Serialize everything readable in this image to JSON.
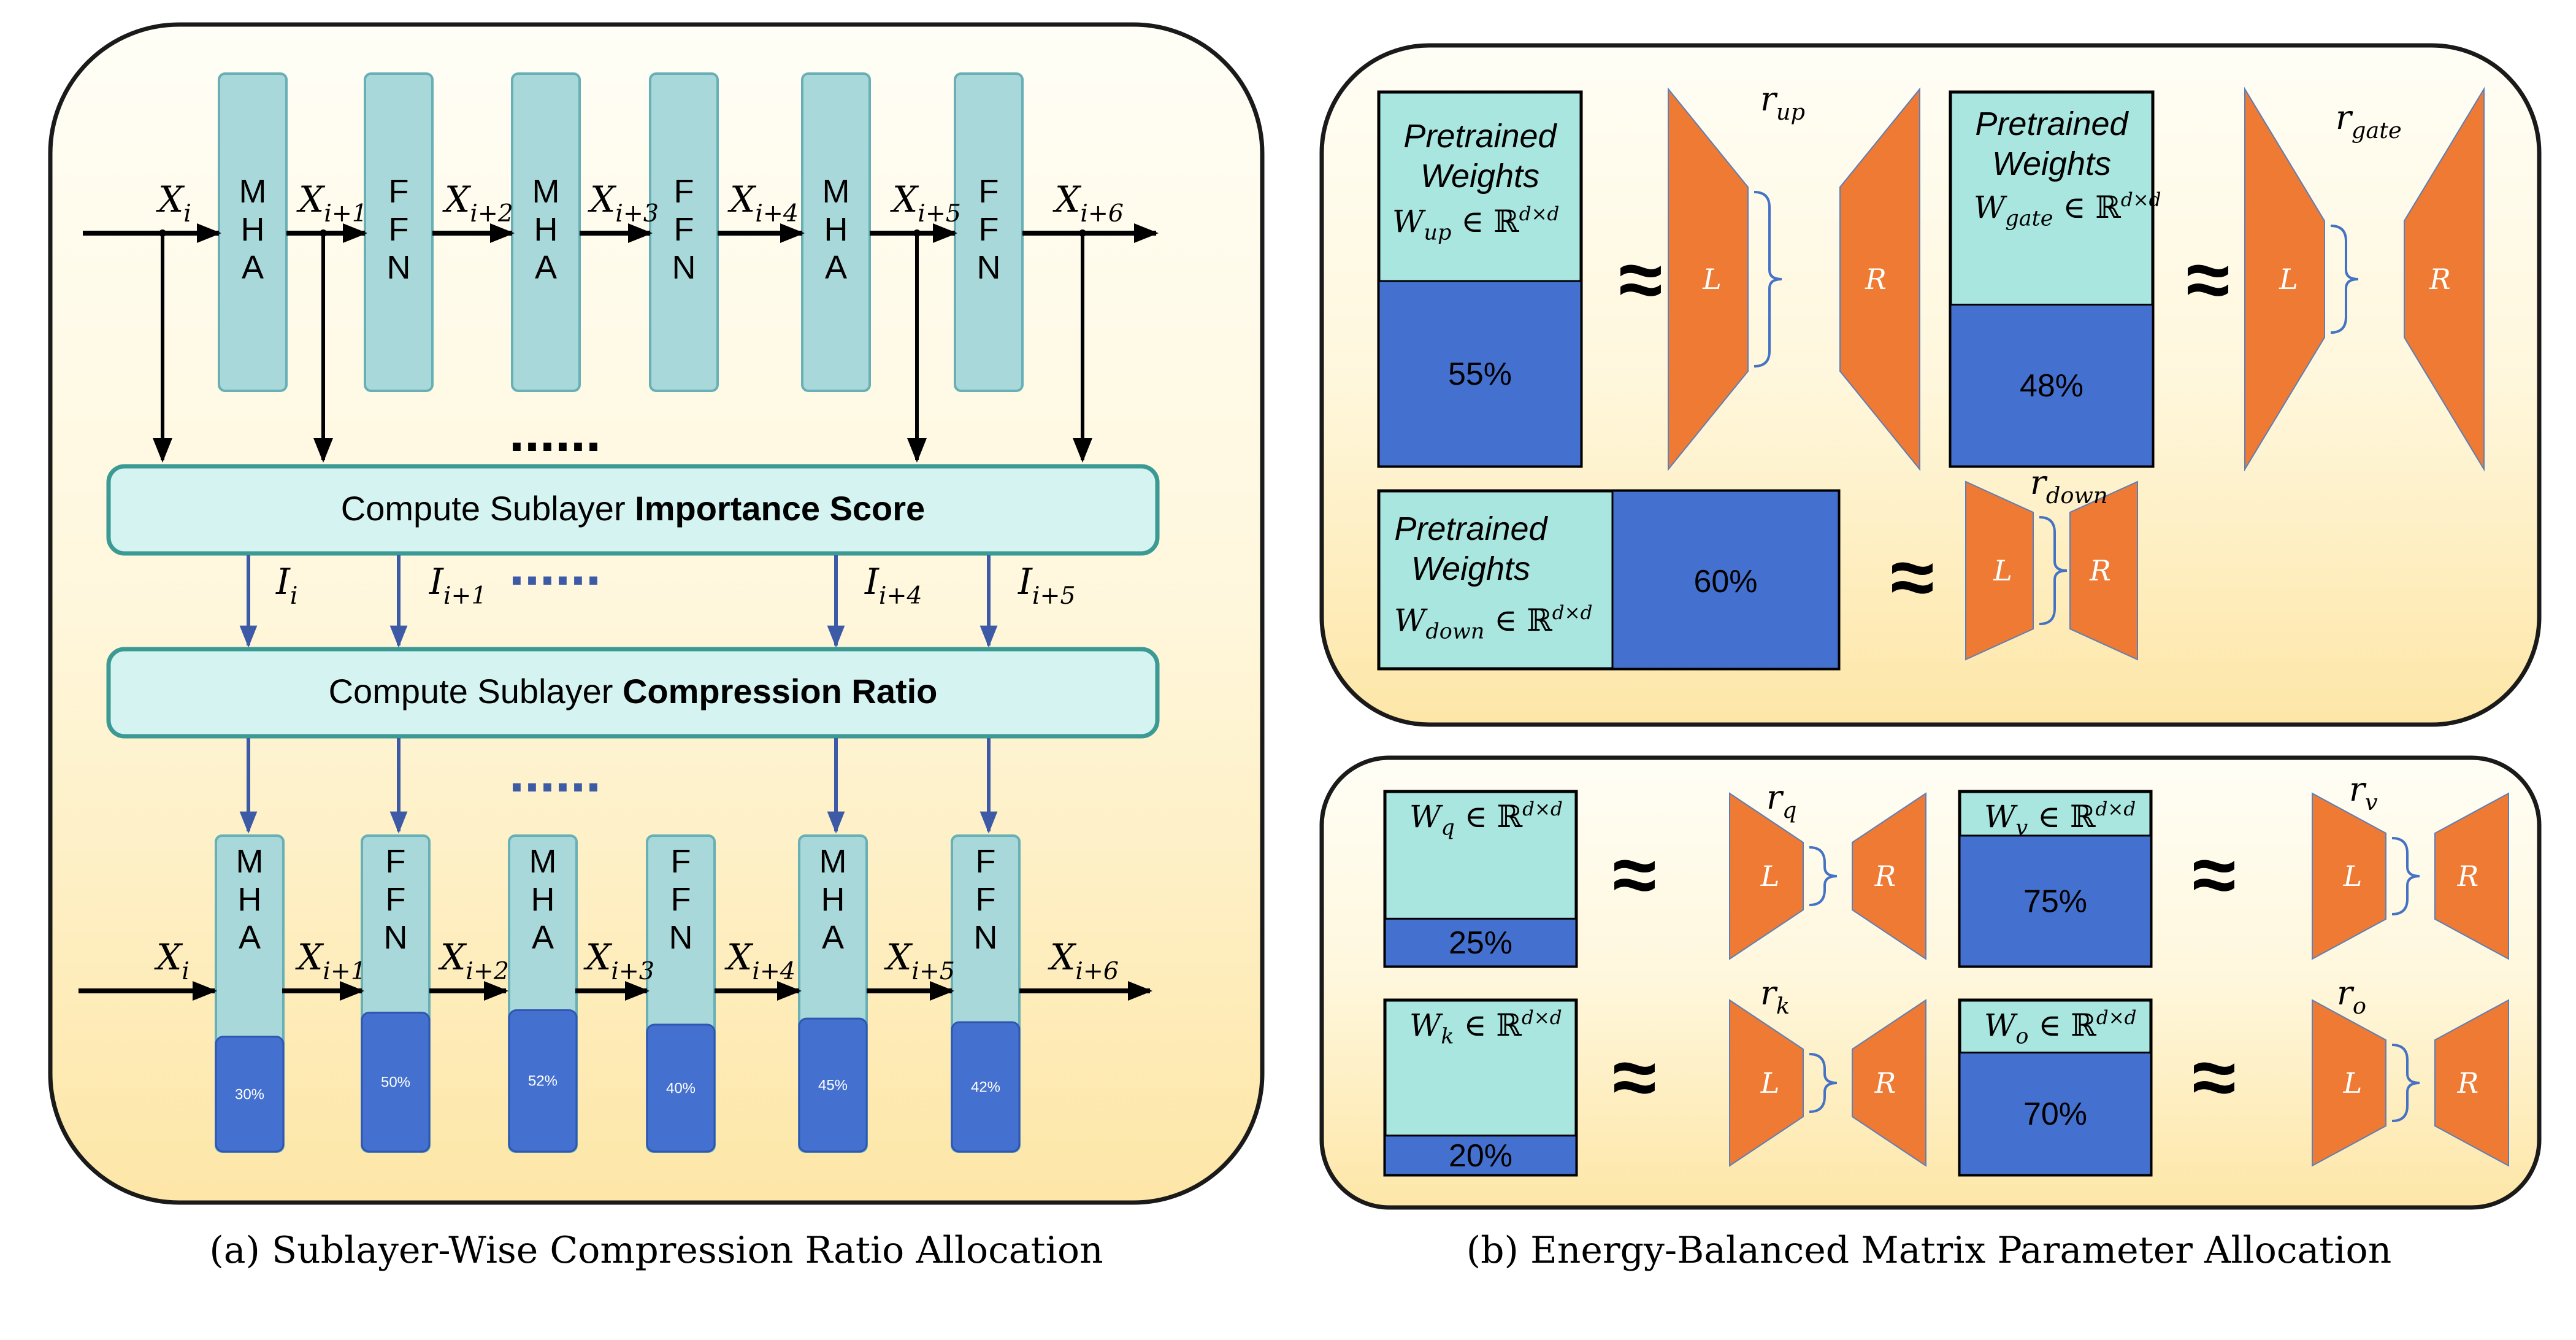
{
  "colors": {
    "panel_bg_top": "#fffef6",
    "panel_bg_bottom": "#fde6a7",
    "panel_stroke": "#1a1a1a",
    "block_fill": "#a9d8da",
    "block_stroke": "#68b0b6",
    "box_fill": "#d4f3f1",
    "box_stroke": "#3b9a93",
    "blue_fill": "#4470cf",
    "arrow_blue": "#3c5aa6",
    "weight_top": "#a9e6df",
    "orange": "#ee7a33",
    "orange_stroke": "#5b7fb8",
    "black": "#000000"
  },
  "panel_a": {
    "caption": "(a)  Sublayer-Wise Compression Ratio Allocation",
    "top_blocks": [
      {
        "label": "MHA",
        "letters": [
          "M",
          "H",
          "A"
        ]
      },
      {
        "label": "FFN",
        "letters": [
          "F",
          "F",
          "N"
        ]
      },
      {
        "label": "MHA",
        "letters": [
          "M",
          "H",
          "A"
        ]
      },
      {
        "label": "FFN",
        "letters": [
          "F",
          "F",
          "N"
        ]
      },
      {
        "label": "MHA",
        "letters": [
          "M",
          "H",
          "A"
        ]
      },
      {
        "label": "FFN",
        "letters": [
          "F",
          "F",
          "N"
        ]
      }
    ],
    "top_x_labels": [
      {
        "base": "X",
        "sub": "i"
      },
      {
        "base": "X",
        "sub": "i+1"
      },
      {
        "base": "X",
        "sub": "i+2"
      },
      {
        "base": "X",
        "sub": "i+3"
      },
      {
        "base": "X",
        "sub": "i+4"
      },
      {
        "base": "X",
        "sub": "i+5"
      },
      {
        "base": "X",
        "sub": "i+6"
      }
    ],
    "ellipsis_top": "......",
    "importance_box": {
      "prefix": "Compute Sublayer ",
      "bold": "Importance Score"
    },
    "importance_labels": [
      {
        "base": "I",
        "sub": "i"
      },
      {
        "base": "I",
        "sub": "i+1"
      },
      {
        "base": "I",
        "sub": "i+4"
      },
      {
        "base": "I",
        "sub": "i+5"
      }
    ],
    "ellipsis_mid": "......",
    "compression_box": {
      "prefix": "Compute Sublayer ",
      "bold": "Compression Ratio"
    },
    "ellipsis_bottom": "......",
    "bottom_blocks": [
      {
        "label": "MHA",
        "letters": [
          "M",
          "H",
          "A"
        ],
        "ratio_text": "30%",
        "ratio": 0.3
      },
      {
        "label": "FFN",
        "letters": [
          "F",
          "F",
          "N"
        ],
        "ratio_text": "50%",
        "ratio": 0.5
      },
      {
        "label": "MHA",
        "letters": [
          "M",
          "H",
          "A"
        ],
        "ratio_text": "52%",
        "ratio": 0.52
      },
      {
        "label": "FFN",
        "letters": [
          "F",
          "F",
          "N"
        ],
        "ratio_text": "40%",
        "ratio": 0.4
      },
      {
        "label": "MHA",
        "letters": [
          "M",
          "H",
          "A"
        ],
        "ratio_text": "45%",
        "ratio": 0.45
      },
      {
        "label": "FFN",
        "letters": [
          "F",
          "F",
          "N"
        ],
        "ratio_text": "42%",
        "ratio": 0.42
      }
    ],
    "bottom_x_labels": [
      {
        "base": "X",
        "sub": "i"
      },
      {
        "base": "X",
        "sub": "i+1"
      },
      {
        "base": "X",
        "sub": "i+2"
      },
      {
        "base": "X",
        "sub": "i+3"
      },
      {
        "base": "X",
        "sub": "i+4"
      },
      {
        "base": "X",
        "sub": "i+5"
      },
      {
        "base": "X",
        "sub": "i+6"
      }
    ]
  },
  "panel_b": {
    "caption": "(b)  Energy-Balanced Matrix Parameter Allocation",
    "approx": "≈",
    "factor_left": "L",
    "factor_right": "R",
    "ffn_weights": [
      {
        "name": "up",
        "title_line1": "Pretrained",
        "title_line2": "Weights",
        "symbol": "W",
        "sub": "up",
        "set": " ∈ ℝ",
        "sup": "d×d",
        "percent_text": "55%",
        "ratio": 0.55,
        "rank": {
          "base": "r",
          "sub": "up"
        }
      },
      {
        "name": "gate",
        "title_line1": "Pretrained",
        "title_line2": "Weights",
        "symbol": "W",
        "sub": "gate",
        "set": " ∈ ℝ",
        "sup": "d×d",
        "percent_text": "48%",
        "ratio": 0.48,
        "rank": {
          "base": "r",
          "sub": "gate"
        }
      },
      {
        "name": "down",
        "title_line1": "Pretrained",
        "title_line2": "Weights",
        "symbol": "W",
        "sub": "down",
        "set": " ∈ ℝ",
        "sup": "d×d",
        "percent_text": "60%",
        "ratio": 0.6,
        "rank": {
          "base": "r",
          "sub": "down"
        }
      }
    ],
    "attn_weights": [
      {
        "name": "q",
        "symbol": "W",
        "sub": "q",
        "set": " ∈ ℝ",
        "sup": "d×d",
        "percent_text": "25%",
        "ratio": 0.25,
        "rank": {
          "base": "r",
          "sub": "q"
        }
      },
      {
        "name": "v",
        "symbol": "W",
        "sub": "v",
        "set": " ∈ ℝ",
        "sup": "d×d",
        "percent_text": "75%",
        "ratio": 0.75,
        "rank": {
          "base": "r",
          "sub": "v"
        }
      },
      {
        "name": "k",
        "symbol": "W",
        "sub": "k",
        "set": " ∈ ℝ",
        "sup": "d×d",
        "percent_text": "20%",
        "ratio": 0.2,
        "rank": {
          "base": "r",
          "sub": "k"
        }
      },
      {
        "name": "o",
        "symbol": "W",
        "sub": "o",
        "set": " ∈ ℝ",
        "sup": "d×d",
        "percent_text": "70%",
        "ratio": 0.7,
        "rank": {
          "base": "r",
          "sub": "o"
        }
      }
    ]
  }
}
